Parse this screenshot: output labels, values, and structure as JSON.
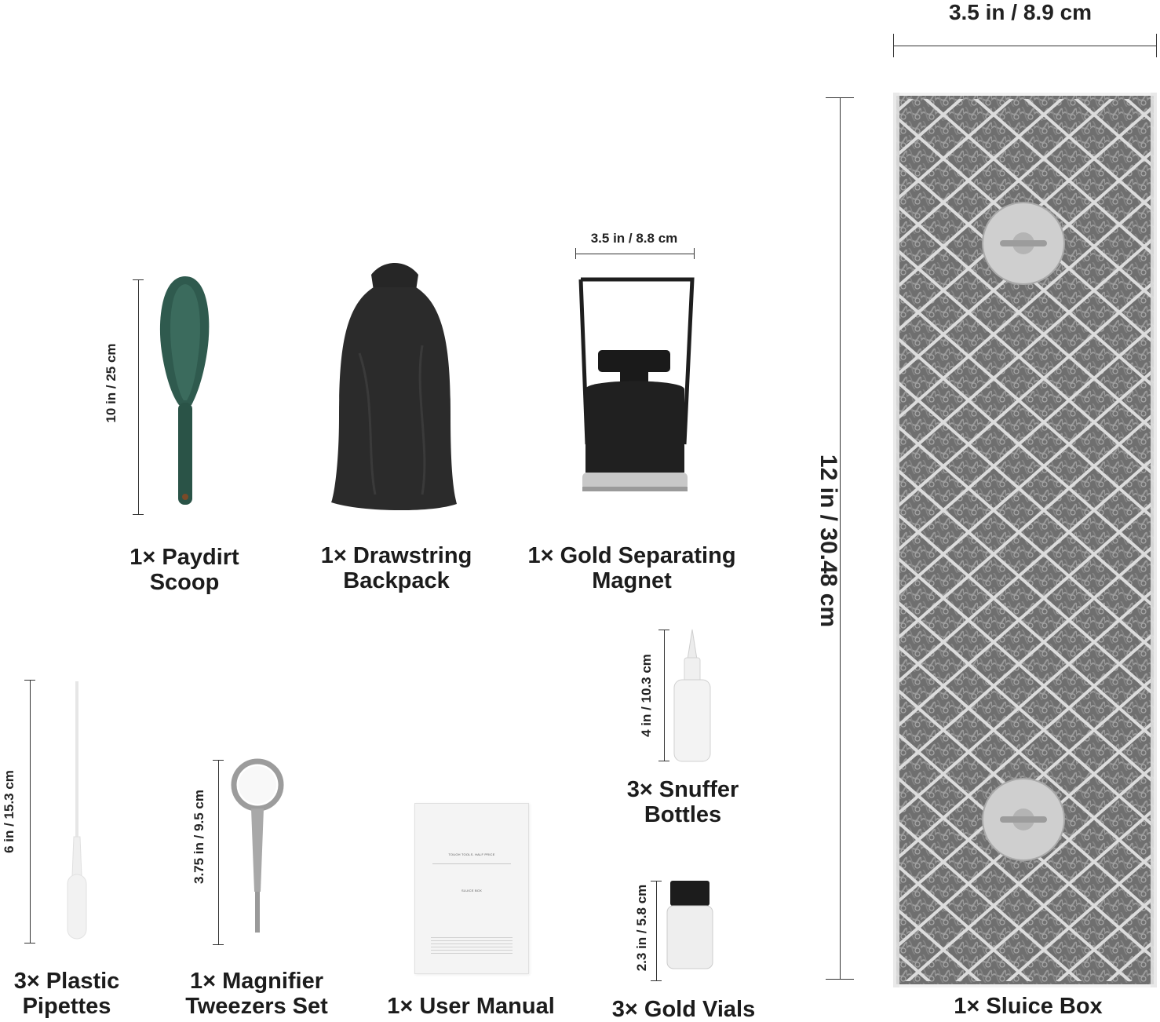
{
  "items": {
    "scoop": {
      "label_line1": "1× Paydirt",
      "label_line2": "Scoop",
      "dimension": "10 in / 25 cm"
    },
    "backpack": {
      "label_line1": "1× Drawstring",
      "label_line2": "Backpack"
    },
    "magnet": {
      "label_line1": "1× Gold Separating",
      "label_line2": "Magnet",
      "dimension": "3.5 in / 8.8 cm"
    },
    "bottles": {
      "label_line1": "3× Snuffer",
      "label_line2": "Bottles",
      "dimension": "4 in / 10.3 cm"
    },
    "vials": {
      "label": "3× Gold Vials",
      "dimension": "2.3 in / 5.8 cm"
    },
    "pipettes": {
      "label_line1": "3× Plastic",
      "label_line2": "Pipettes",
      "dimension": "6 in / 15.3 cm"
    },
    "tweezers": {
      "label_line1": "1× Magnifier",
      "label_line2": "Tweezers Set",
      "dimension": "3.75 in / 9.5 cm"
    },
    "manual": {
      "label": "1× User Manual",
      "title_text": "TOUGH TOOLS. HALF PRICE",
      "subtitle_text": "SLUICE BOX"
    },
    "sluice": {
      "label": "1× Sluice Box",
      "width_dimension": "3.5 in /  8.9 cm",
      "height_dimension": "12 in / 30.48 cm"
    }
  },
  "colors": {
    "scoop": "#2f5a4e",
    "backpack": "#2b2b2b",
    "magnet": "#1e1e1e",
    "sluice_mat": "#7a7a7a",
    "mesh": "#d8d8d8"
  }
}
